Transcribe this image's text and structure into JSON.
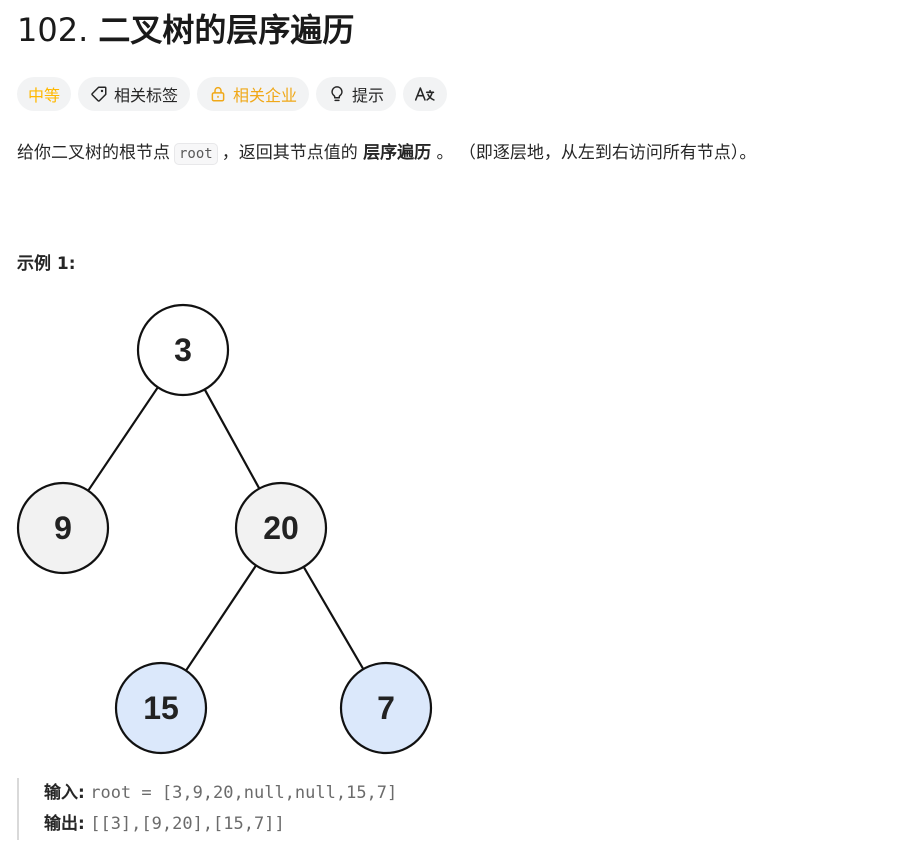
{
  "problem": {
    "number": "102.",
    "name": "二叉树的层序遍历"
  },
  "tags": {
    "difficulty": "中等",
    "related_tags": "相关标签",
    "related_companies": "相关企业",
    "hint": "提示",
    "translate_icon": "translate-icon"
  },
  "description": {
    "part1": "给你二叉树的根节点",
    "code": "root",
    "part2": "，返回其节点值的",
    "bold": "层序遍历",
    "part3": "。 （即逐层地，从左到右访问所有节点）。"
  },
  "example": {
    "title": "示例 1:",
    "input_label": "输入:",
    "input_value": "root = [3,9,20,null,null,15,7]",
    "output_label": "输出:",
    "output_value": "[[3],[9,20],[15,7]]"
  },
  "tree": {
    "nodes": [
      {
        "id": "n3",
        "label": "3",
        "fill": "#ffffff"
      },
      {
        "id": "n9",
        "label": "9",
        "fill": "#f2f2f2"
      },
      {
        "id": "n20",
        "label": "20",
        "fill": "#f2f2f2"
      },
      {
        "id": "n15",
        "label": "15",
        "fill": "#dbe8fb"
      },
      {
        "id": "n7",
        "label": "7",
        "fill": "#dbe8fb"
      }
    ],
    "edges": [
      [
        "n3",
        "n9"
      ],
      [
        "n3",
        "n20"
      ],
      [
        "n20",
        "n15"
      ],
      [
        "n20",
        "n7"
      ]
    ]
  },
  "colors": {
    "difficulty": "#ffb800",
    "company": "#f0a818",
    "tag_bg": "#f2f3f4"
  }
}
